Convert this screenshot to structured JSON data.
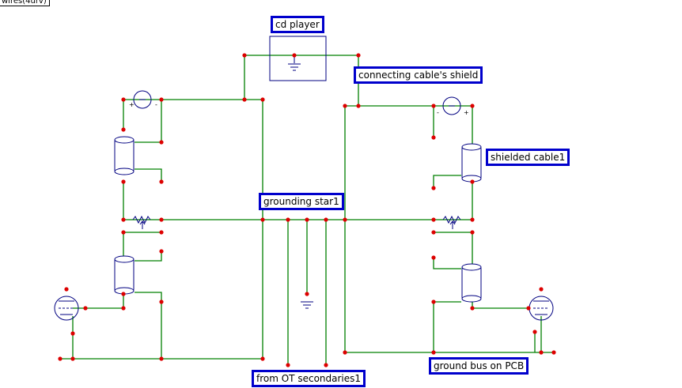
{
  "corner_tag": "wires(4urv)",
  "labels": {
    "cd_player": "cd player",
    "cable_shield": "connecting cable's shield",
    "shielded_cable": "shielded cable1",
    "grounding_star": "grounding star1",
    "ot_secondaries": "from OT secondaries1",
    "ground_bus": "ground bus on PCB"
  },
  "source_left": {
    "plus": "+",
    "minus": "-"
  },
  "source_right": {
    "plus": "+",
    "minus": "-"
  },
  "colors": {
    "wire": "#008000",
    "node": "#dd0000",
    "component": "#000080",
    "label_border": "#0000cc"
  }
}
